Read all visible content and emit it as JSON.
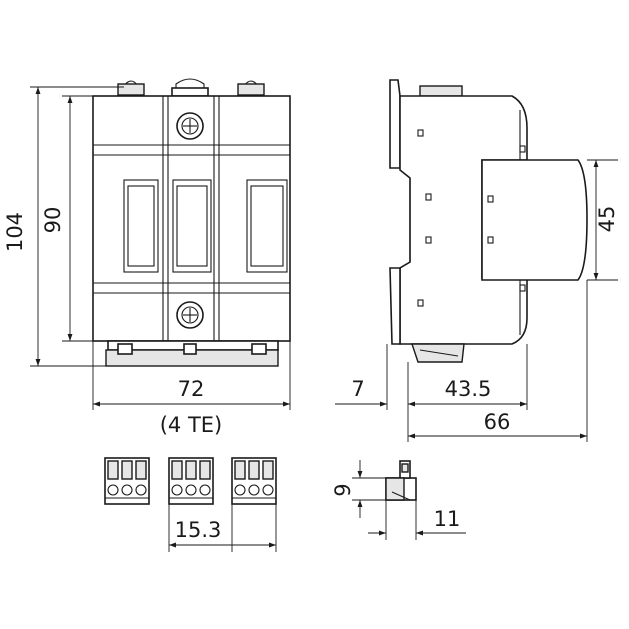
{
  "colors": {
    "ink": "#1a1a1a",
    "body": "#ffffff",
    "shade": "#e6e6e6",
    "background": "#ffffff"
  },
  "dimensions": {
    "total_height": "104",
    "module_height": "90",
    "width": "72",
    "width_units": "(4 TE)",
    "rail_offset": "7",
    "depth_front": "43.5",
    "depth_total": "66",
    "front_height": "45",
    "connector_pitch": "15.3",
    "connector_height": "9",
    "connector_depth": "11"
  }
}
